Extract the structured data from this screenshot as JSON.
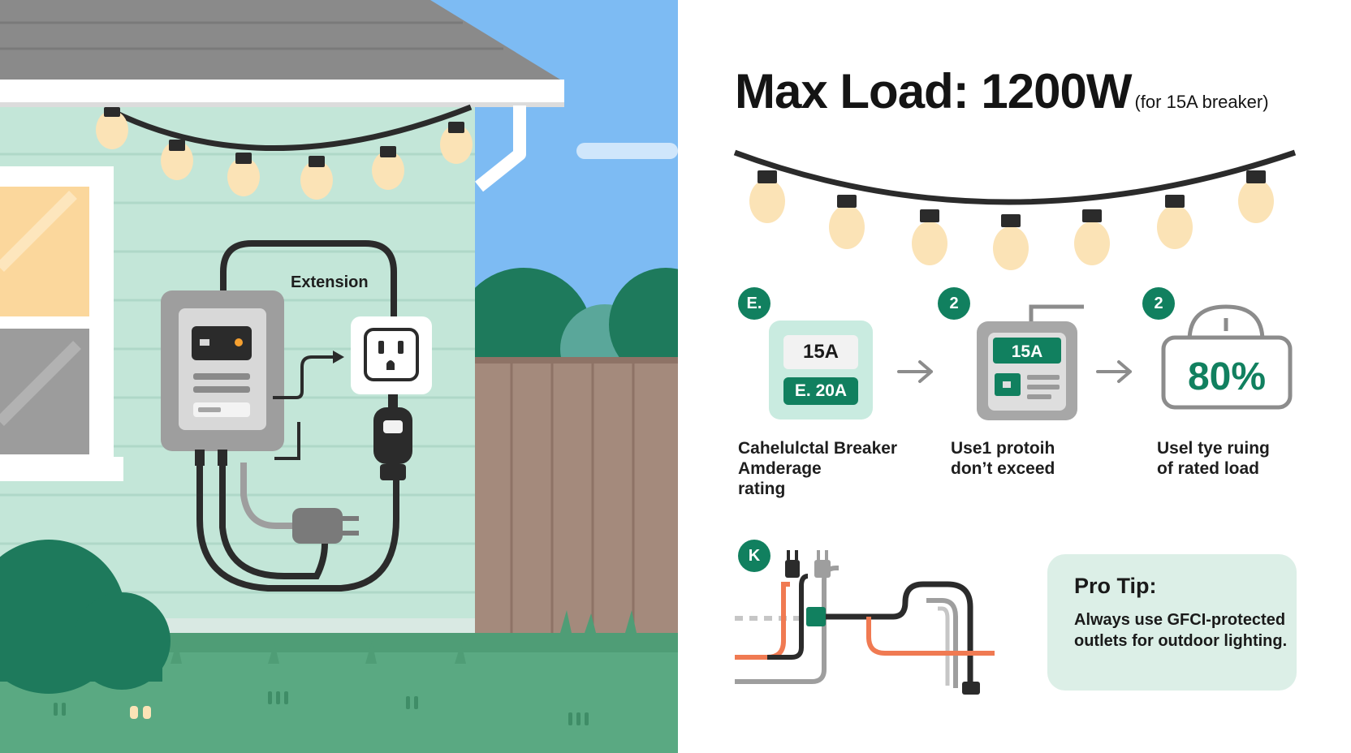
{
  "scene": {
    "extension_label": "Extension"
  },
  "panel": {
    "title_main": "Max Load: 1200W",
    "title_sub": "(for 15A breaker)",
    "steps": [
      {
        "badge": "E.",
        "tile_top": "15A",
        "tile_bottom": "E. 20A",
        "caption_lines": [
          "Cahelulctal Breaker",
          "Amderage",
          "rating"
        ]
      },
      {
        "badge": "2",
        "tile_label": "15A",
        "caption_lines": [
          "Use1 protoih",
          "don’t exceed"
        ]
      },
      {
        "badge": "2",
        "tile_label": "80%",
        "caption_lines": [
          "Usel tye ruing",
          "of rated load"
        ]
      }
    ],
    "wiring_badge": "K",
    "pro_tip": {
      "title": "Pro Tip:",
      "body": "Always use GFCI-protected outlets for outdoor lighting."
    }
  },
  "colors": {
    "accent_green": "#11805f",
    "wall": "#c3e6d8",
    "sky": "#7dbbf3",
    "bulb": "#fbe3b6",
    "wire_orange": "#f07a52"
  },
  "icons": [
    "string-lights-icon",
    "power-strip-icon",
    "outlet-icon",
    "plug-icon",
    "arrow-right-icon",
    "breaker-icon",
    "load-gauge-icon",
    "wiring-icon"
  ]
}
